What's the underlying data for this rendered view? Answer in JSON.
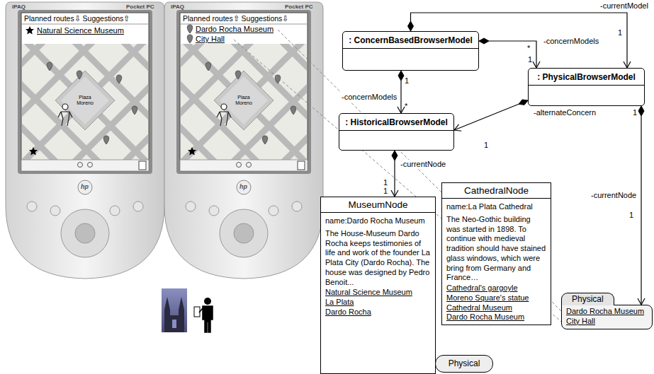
{
  "diagram": {
    "nodes": [
      {
        "text": [
          ": ConcernBasedBrowserModel"
        ]
      },
      {
        "text": [
          ": PhysicalBrowserModel"
        ]
      },
      {
        "text": [
          ": HistoricalBrowserModel"
        ]
      },
      {
        "text": [
          "MuseumNode",
          "name:Dardo Rocha Museum",
          "The House-Museum Dardo Rocha keeps testimonies of life and work of the founder La Plata City (Dardo Rocha). The house was designed by Pedro Benoit...",
          "Natural Science Museum",
          "La Plata",
          "Dardo Rocha"
        ]
      },
      {
        "text": [
          "CathedralNode",
          "name:La Plata Cathedral",
          "The Neo-Gothic building was started in 1898. To continue with medieval tradition should have stained glass windows, which were bring from Germany and France…",
          "Cathedral's gargoyle",
          "Moreno Square's statue",
          "Cathedral Museum",
          "Dardo Rocha Museum"
        ]
      },
      {
        "text": [
          "Physical",
          "Dardo Rocha Museum",
          "City Hall"
        ]
      },
      {
        "text": [
          "Physical"
        ]
      }
    ],
    "edges": [
      {
        "from": 0,
        "to": 1,
        "arrow": "to",
        "label": "-currentModel"
      },
      {
        "from": 0,
        "to": 1,
        "arrow": "to",
        "label": "-concernModels"
      },
      {
        "from": 0,
        "to": 2,
        "arrow": "to",
        "label": "-concernModels"
      },
      {
        "from": 1,
        "to": 2,
        "arrow": "to",
        "label": "-alternateConcern"
      },
      {
        "from": 2,
        "to": 3,
        "arrow": "to",
        "label": "-currentNode"
      },
      {
        "from": 1,
        "to": 5,
        "arrow": "to",
        "label": "-currentNode"
      }
    ],
    "labels": [
      "iPAQ",
      "Pocket PC",
      "Planned routes⇩ Suggestions⇧",
      "Natural Science Museum",
      "Plaza Moreno",
      "hp",
      "iPAQ",
      "Pocket PC",
      "Planned routes⇧ Suggestions⇩",
      "Dardo Rocha Museum",
      "City Hall",
      "Plaza Moreno",
      "hp",
      "1",
      "*",
      "1",
      "1",
      "*",
      "1",
      "1",
      "1",
      "1",
      "1"
    ]
  }
}
